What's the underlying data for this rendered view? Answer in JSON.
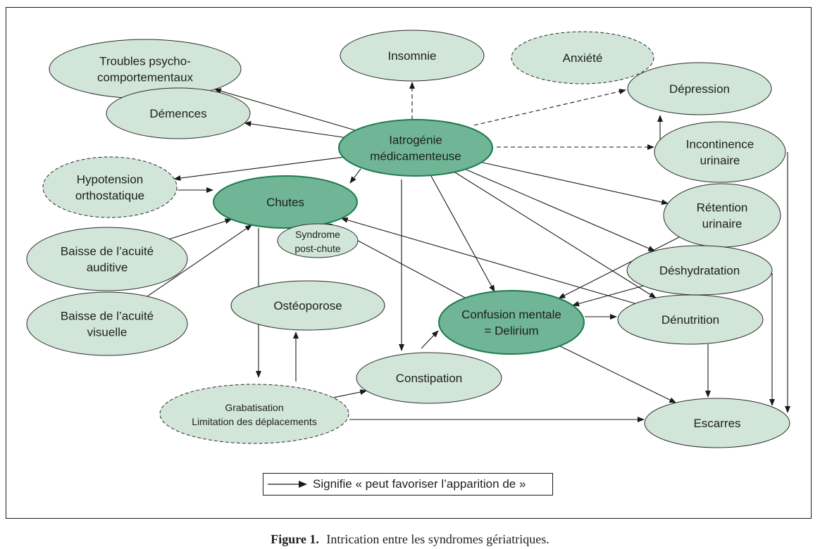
{
  "figure": {
    "caption_label": "Figure 1.",
    "caption_text": "Intrication entre les syndromes gériatriques.",
    "legend": "Signifie « peut favoriser l’apparition de »"
  },
  "colors": {
    "node_light_fill": "#d1e6d9",
    "node_dark_fill": "#6fb596",
    "node_dark_stroke": "#1f7a4e",
    "edge": "#1a1a1a"
  },
  "nodes": [
    {
      "id": "troubles",
      "lines": [
        "Troubles psycho-",
        "comportementaux"
      ],
      "style": "light"
    },
    {
      "id": "demences",
      "lines": [
        "Démences"
      ],
      "style": "light"
    },
    {
      "id": "insomnie",
      "lines": [
        "Insomnie"
      ],
      "style": "light"
    },
    {
      "id": "anxiete",
      "lines": [
        "Anxiété"
      ],
      "style": "dashed"
    },
    {
      "id": "depression",
      "lines": [
        "Dépression"
      ],
      "style": "light"
    },
    {
      "id": "iatrogenie",
      "lines": [
        "Iatrogénie",
        "médicamenteuse"
      ],
      "style": "dark"
    },
    {
      "id": "incontinence",
      "lines": [
        "Incontinence",
        "urinaire"
      ],
      "style": "light"
    },
    {
      "id": "hypotension",
      "lines": [
        "Hypotension",
        "orthostatique"
      ],
      "style": "dashed"
    },
    {
      "id": "chutes",
      "lines": [
        "Chutes"
      ],
      "style": "dark"
    },
    {
      "id": "syndrome_post_chute",
      "lines": [
        "Syndrome",
        "post-chute"
      ],
      "style": "light",
      "small": true
    },
    {
      "id": "retention",
      "lines": [
        "Rétention",
        "urinaire"
      ],
      "style": "light"
    },
    {
      "id": "auditive",
      "lines": [
        "Baisse de l’acuité",
        "auditive"
      ],
      "style": "light"
    },
    {
      "id": "deshydratation",
      "lines": [
        "Déshydratation"
      ],
      "style": "light"
    },
    {
      "id": "visuelle",
      "lines": [
        "Baisse de l’acuité",
        "visuelle"
      ],
      "style": "light"
    },
    {
      "id": "osteoporose",
      "lines": [
        "Ostéoporose"
      ],
      "style": "light"
    },
    {
      "id": "confusion",
      "lines": [
        "Confusion mentale",
        "= Delirium"
      ],
      "style": "dark"
    },
    {
      "id": "denutrition",
      "lines": [
        "Dénutrition"
      ],
      "style": "light"
    },
    {
      "id": "constipation",
      "lines": [
        "Constipation"
      ],
      "style": "light"
    },
    {
      "id": "grabatisation",
      "lines": [
        "Grabatisation",
        "Limitation des déplacements"
      ],
      "style": "dashed",
      "small": true
    },
    {
      "id": "escarres",
      "lines": [
        "Escarres"
      ],
      "style": "light"
    }
  ],
  "edges": [
    {
      "from": "iatrogenie",
      "to": "troubles",
      "dashed": false
    },
    {
      "from": "iatrogenie",
      "to": "demences",
      "dashed": false
    },
    {
      "from": "iatrogenie",
      "to": "insomnie",
      "dashed": true
    },
    {
      "from": "iatrogenie",
      "to": "depression",
      "dashed": true
    },
    {
      "from": "iatrogenie",
      "to": "incontinence",
      "dashed": true
    },
    {
      "from": "iatrogenie",
      "to": "hypotension",
      "dashed": false
    },
    {
      "from": "iatrogenie",
      "to": "chutes",
      "dashed": false
    },
    {
      "from": "iatrogenie",
      "to": "retention",
      "dashed": false
    },
    {
      "from": "iatrogenie",
      "to": "deshydratation",
      "dashed": false
    },
    {
      "from": "iatrogenie",
      "to": "denutrition",
      "dashed": false
    },
    {
      "from": "iatrogenie",
      "to": "confusion",
      "dashed": false
    },
    {
      "from": "iatrogenie",
      "to": "constipation",
      "dashed": false
    },
    {
      "from": "incontinence",
      "to": "depression",
      "dashed": false
    },
    {
      "from": "incontinence",
      "to": "escarres",
      "dashed": false
    },
    {
      "from": "hypotension",
      "to": "chutes",
      "dashed": false
    },
    {
      "from": "auditive",
      "to": "chutes",
      "dashed": false
    },
    {
      "from": "visuelle",
      "to": "chutes",
      "dashed": false
    },
    {
      "from": "retention",
      "to": "confusion",
      "dashed": false
    },
    {
      "from": "deshydratation",
      "to": "confusion",
      "dashed": false
    },
    {
      "from": "deshydratation",
      "to": "escarres",
      "dashed": false
    },
    {
      "from": "denutrition",
      "to": "chutes",
      "dashed": false
    },
    {
      "from": "denutrition",
      "to": "escarres",
      "dashed": false
    },
    {
      "from": "confusion",
      "to": "chutes",
      "dashed": false
    },
    {
      "from": "confusion",
      "to": "denutrition",
      "dashed": false
    },
    {
      "from": "confusion",
      "to": "escarres",
      "dashed": false
    },
    {
      "from": "chutes",
      "to": "grabatisation",
      "dashed": false
    },
    {
      "from": "grabatisation",
      "to": "osteoporose",
      "dashed": false
    },
    {
      "from": "grabatisation",
      "to": "constipation",
      "dashed": false
    },
    {
      "from": "grabatisation",
      "to": "escarres",
      "dashed": false
    },
    {
      "from": "constipation",
      "to": "confusion",
      "dashed": false
    }
  ]
}
